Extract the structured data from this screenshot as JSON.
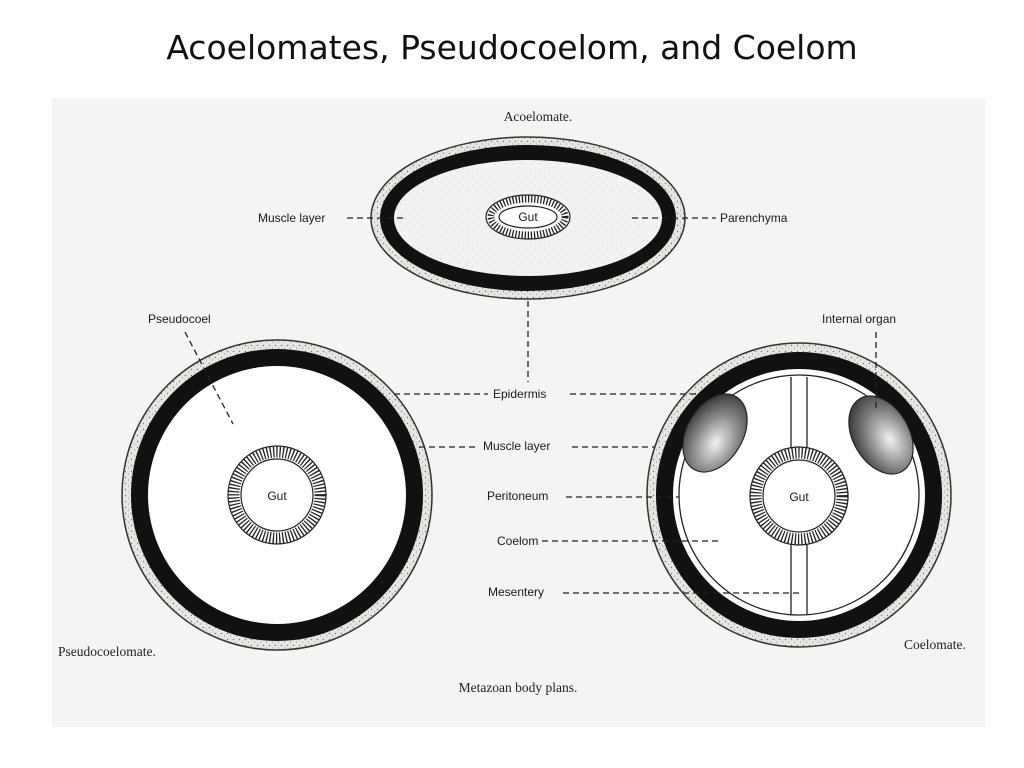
{
  "title": "Acoelomates, Pseudocoelom, and Coelom",
  "figure": {
    "captions": {
      "acoelomate": "Acoelomate.",
      "pseudocoelomate": "Pseudocoelomate.",
      "coelomate": "Coelomate.",
      "bottom": "Metazoan body plans."
    },
    "labels": {
      "muscle_layer_top": "Muscle layer",
      "parenchyma": "Parenchyma",
      "pseudocoel": "Pseudocoel",
      "internal_organ": "Internal organ",
      "epidermis": "Epidermis",
      "muscle_layer": "Muscle layer",
      "peritoneum": "Peritoneum",
      "coelom": "Coelom",
      "mesentery": "Mesentery"
    },
    "gut": {
      "acoelomate": "Gut",
      "pseudocoelomate": "Gut",
      "coelomate": "Gut"
    }
  }
}
